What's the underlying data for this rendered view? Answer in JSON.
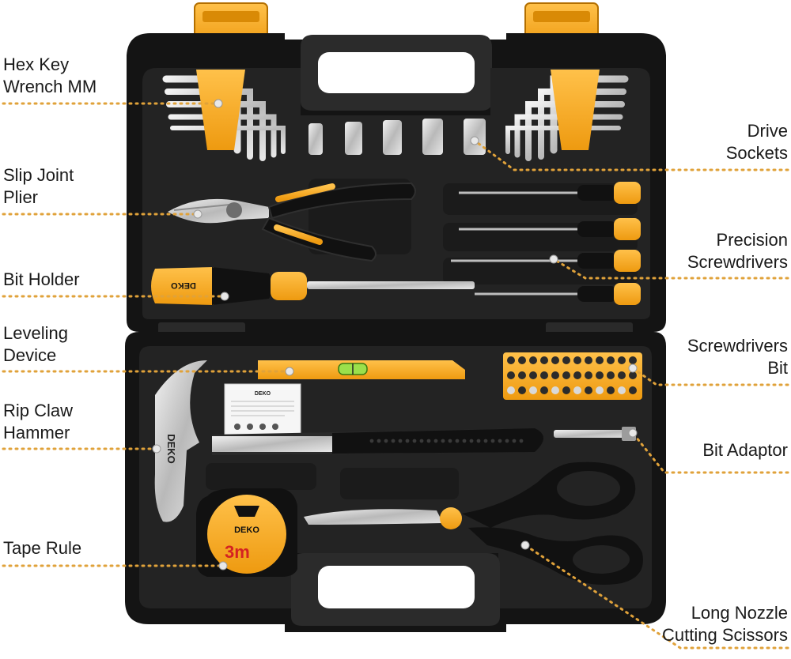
{
  "labels": {
    "hex_key": [
      "Hex Key",
      "Wrench MM"
    ],
    "slip_joint": [
      "Slip Joint",
      "Plier"
    ],
    "bit_holder": [
      "Bit Holder"
    ],
    "leveling": [
      "Leveling",
      "Device"
    ],
    "hammer": [
      "Rip Claw",
      "Hammer"
    ],
    "tape": [
      "Tape Rule"
    ],
    "sockets": [
      "Drive",
      "Sockets"
    ],
    "precision": [
      "Precision",
      "Screwdrivers"
    ],
    "screw_bit": [
      "Screwdrivers",
      "Bit"
    ],
    "bit_adaptor": [
      "Bit Adaptor"
    ],
    "scissors": [
      "Long Nozzle",
      "Cutting Scissors"
    ]
  },
  "brand": {
    "name": "DEKO"
  },
  "tape_measure": {
    "length_label": "3m"
  },
  "colors": {
    "case": "#151515",
    "tray": "#222222",
    "accent": "#f5a623",
    "leader": "#e0a23a"
  }
}
